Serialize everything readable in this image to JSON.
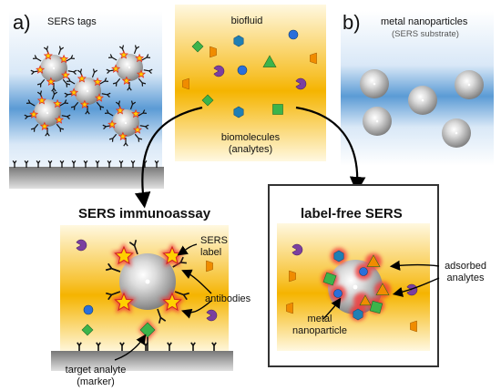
{
  "panel_a": {
    "letter": "a)",
    "sers_tags_label": "SERS tags"
  },
  "biofluid": {
    "label": "biofluid",
    "biomolecules_label_line1": "biomolecules",
    "biomolecules_label_line2": "(analytes)"
  },
  "panel_b": {
    "letter": "b)",
    "label": "metal nanoparticles",
    "sublabel": "(SERS substrate)"
  },
  "immunoassay": {
    "title": "SERS immunoassay",
    "sers_label_line1": "SERS",
    "sers_label_line2": "label",
    "antibodies_label": "antibodies",
    "target_line1": "target analyte",
    "target_line2": "(marker)"
  },
  "label_free": {
    "title": "label-free SERS",
    "adsorbed_line1": "adsorbed",
    "adsorbed_line2": "analytes",
    "metal_line1": "metal",
    "metal_line2": "nanoparticle"
  },
  "colors": {
    "blue_gradient_top": "#ffffff",
    "blue_gradient_bottom": "#5b9bd5",
    "yellow_band": "#f5b400",
    "star_fill": "#f03c3c",
    "star_glow": "#ffd000",
    "analyte_green": "#3cb44b",
    "analyte_blue": "#2a6fdb",
    "analyte_purple": "#7b3fa0",
    "analyte_orange": "#f08c00",
    "analyte_teal": "#1f7fb4"
  }
}
